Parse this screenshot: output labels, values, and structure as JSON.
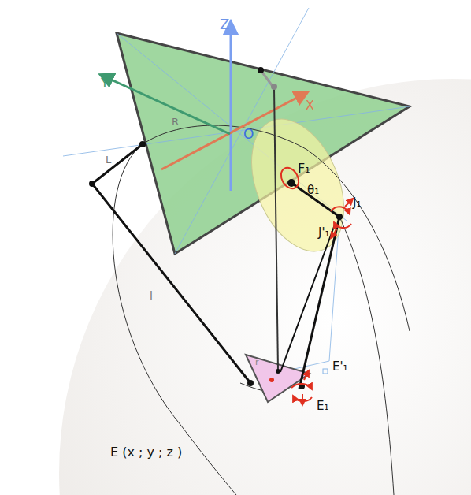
{
  "diagram": {
    "labels": [
      "Z",
      "Y",
      "X",
      "O",
      "R",
      "L",
      "F₁",
      "θ₁",
      "J₁",
      "J'₁",
      "l",
      "r",
      "E'₁",
      "E₁",
      "E (x ; y ; z )"
    ]
  }
}
